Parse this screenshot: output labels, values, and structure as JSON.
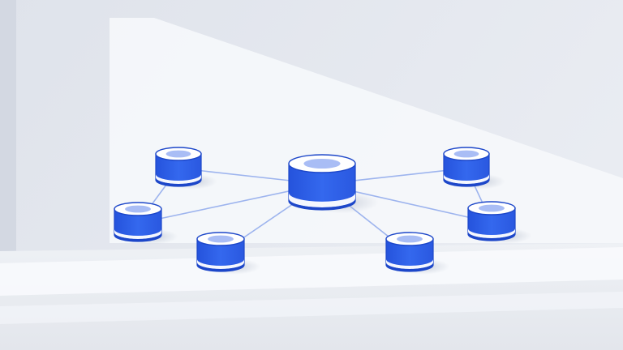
{
  "diagram": {
    "kind": "network-topology",
    "style": "3d-cylinder-nodes",
    "center_node": "hub",
    "nodes": [
      "hub",
      "node-top-left",
      "node-mid-left",
      "node-bottom-left",
      "node-top-right",
      "node-mid-right",
      "node-bottom-right"
    ],
    "connections": [
      [
        "hub",
        "node-top-left"
      ],
      [
        "hub",
        "node-mid-left"
      ],
      [
        "hub",
        "node-bottom-left"
      ],
      [
        "hub",
        "node-top-right"
      ],
      [
        "hub",
        "node-mid-right"
      ],
      [
        "hub",
        "node-bottom-right"
      ],
      [
        "node-top-left",
        "node-mid-left"
      ],
      [
        "node-top-right",
        "node-mid-right"
      ]
    ],
    "colors": {
      "node_body": "#2f5fe6",
      "node_top_rim": "#ffffff",
      "node_top_inner": "#a9bdf5",
      "node_bottom_band": "#ffffff",
      "node_outline": "#1d47c9",
      "link": "#9db4ee",
      "wall": "#e6e9f0",
      "wall_lit": "#fbfcfe",
      "floor": "#eceff4"
    }
  }
}
